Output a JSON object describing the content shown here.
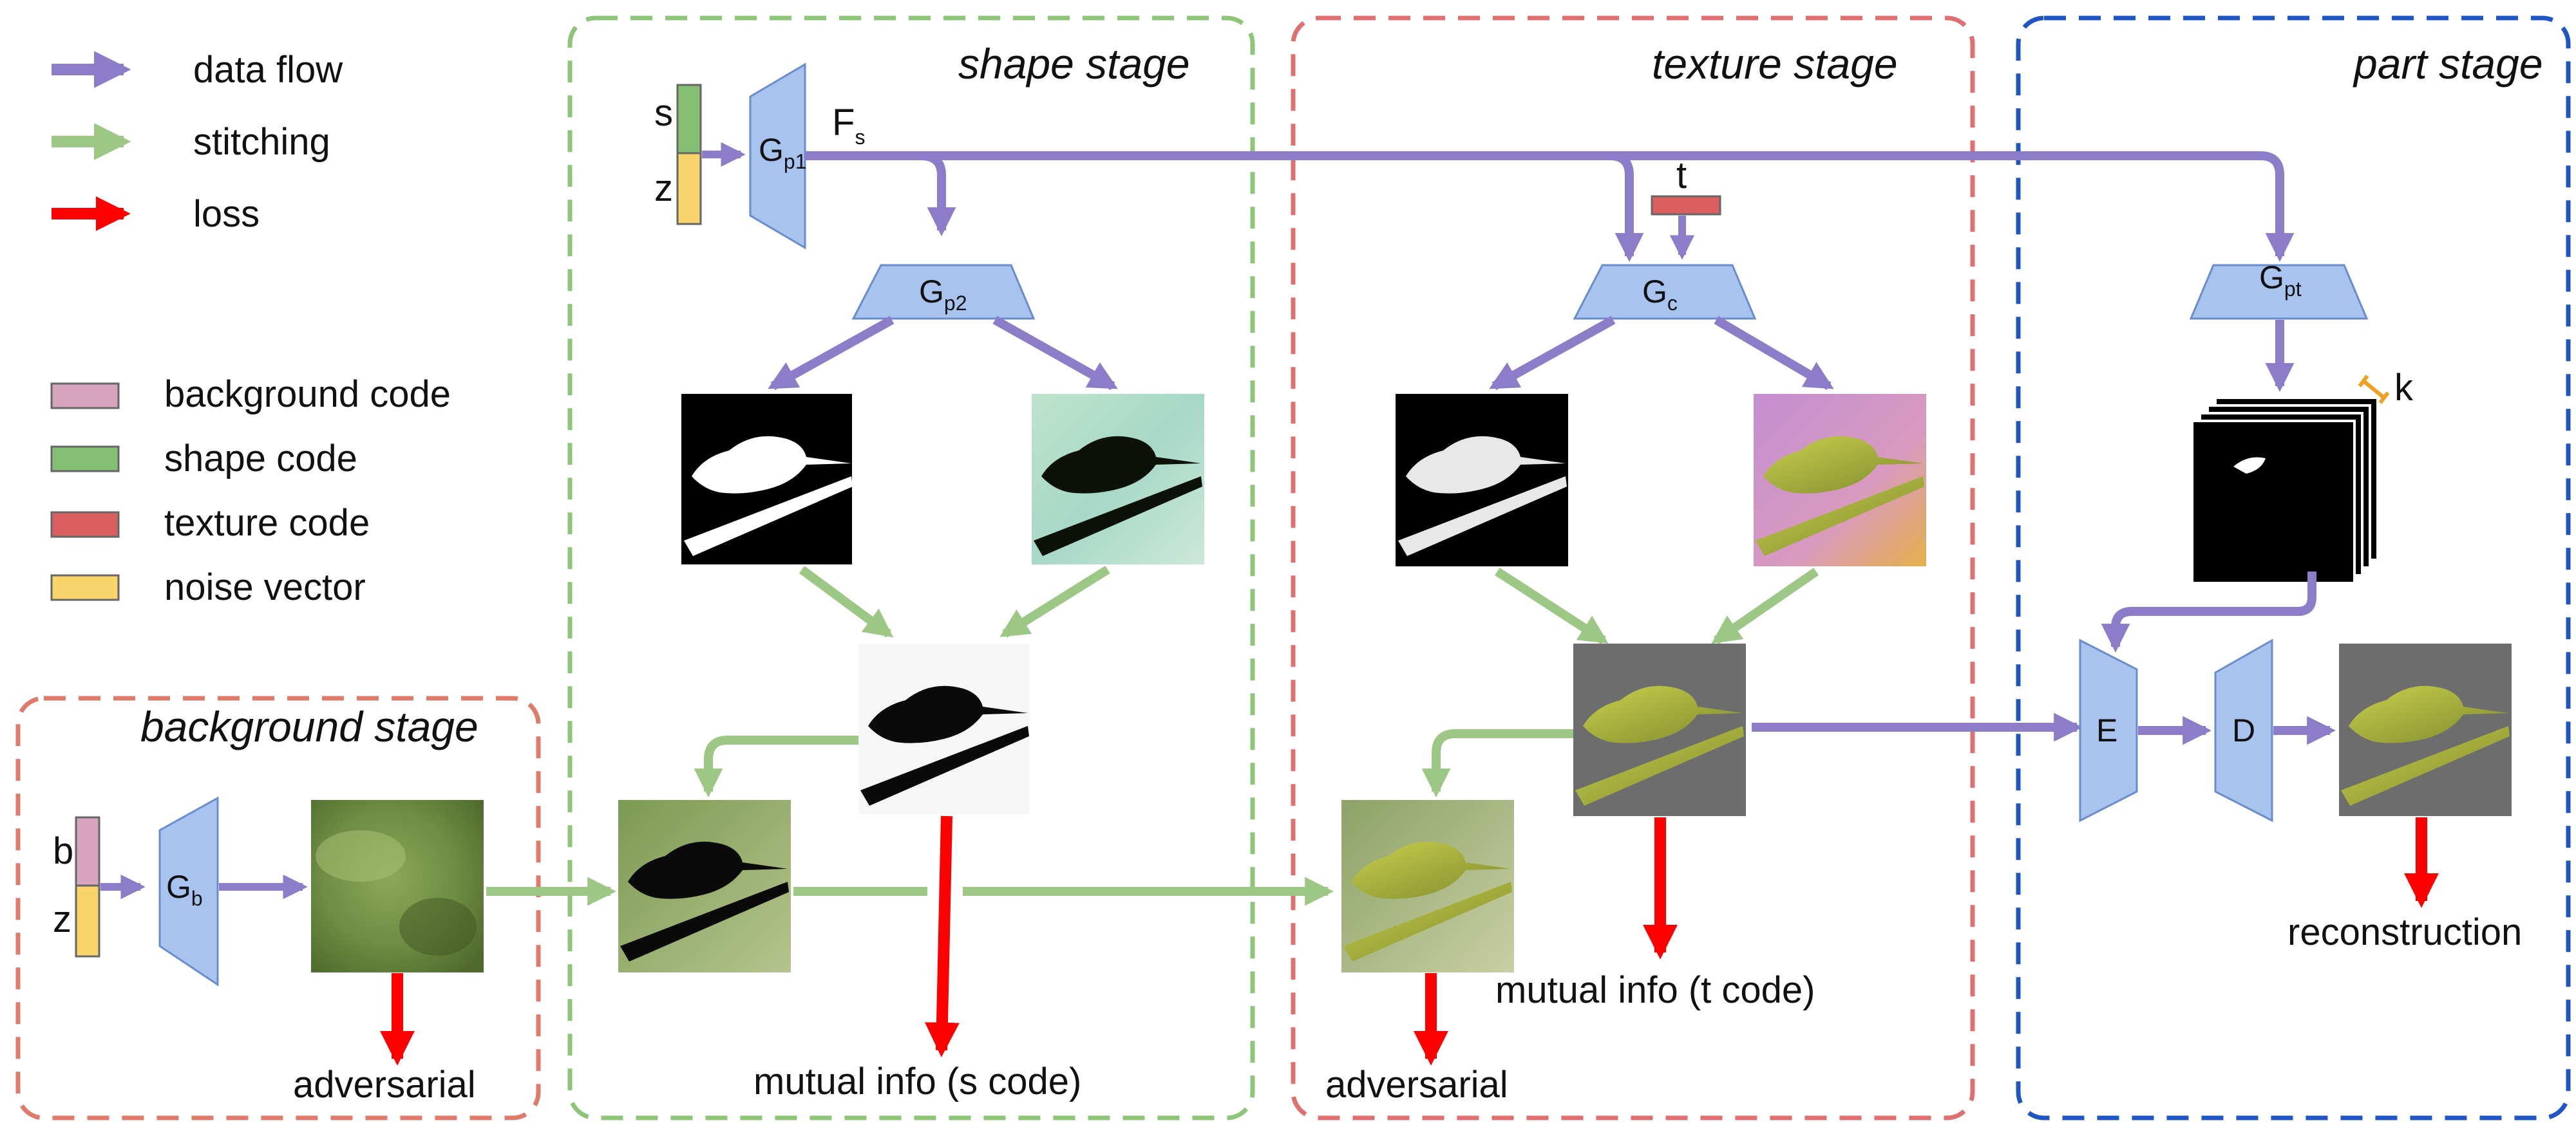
{
  "legend": {
    "arrows": [
      {
        "label": "data flow",
        "color": "#8d7cc8"
      },
      {
        "label": "stitching",
        "color": "#9cc784"
      },
      {
        "label": "loss",
        "color": "#ff0000"
      }
    ],
    "codes": [
      {
        "label": "background code",
        "color": "#d6a5bd"
      },
      {
        "label": "shape code",
        "color": "#84be72"
      },
      {
        "label": "texture code",
        "color": "#db5f5f"
      },
      {
        "label": "noise vector",
        "color": "#f8d46a"
      }
    ]
  },
  "stages": {
    "background": {
      "title": "background stage",
      "border_color": "#e07a6a"
    },
    "shape": {
      "title": "shape stage",
      "border_color": "#8dc679"
    },
    "texture": {
      "title": "texture stage",
      "border_color": "#e07070"
    },
    "part": {
      "title": "part stage",
      "border_color": "#1f55c4"
    }
  },
  "generators": {
    "gp1": {
      "main": "G",
      "sub": "p1"
    },
    "gp2": {
      "main": "G",
      "sub": "p2"
    },
    "gc": {
      "main": "G",
      "sub": "c"
    },
    "gpt": {
      "main": "G",
      "sub": "pt"
    },
    "gb": {
      "main": "G",
      "sub": "b"
    },
    "encoder": {
      "main": "E"
    },
    "decoder": {
      "main": "D"
    }
  },
  "codes": {
    "s": "s",
    "z": "z",
    "t": "t",
    "b": "b",
    "fs_main": "F",
    "fs_sub": "s",
    "k": "k"
  },
  "losses": {
    "adversarial_bg": "adversarial",
    "mutual_info_s": "mutual info (s code)",
    "mutual_info_t": "mutual info (t code)",
    "adversarial_tex": "adversarial",
    "reconstruction": "reconstruction"
  },
  "colors": {
    "generator_fill": "#a7c3ee",
    "generator_stroke": "#6a8ccc",
    "data_flow": "#8d7cc8",
    "stitching": "#9cc784",
    "loss": "#ff0000",
    "part_bracket": "#f0a020"
  }
}
